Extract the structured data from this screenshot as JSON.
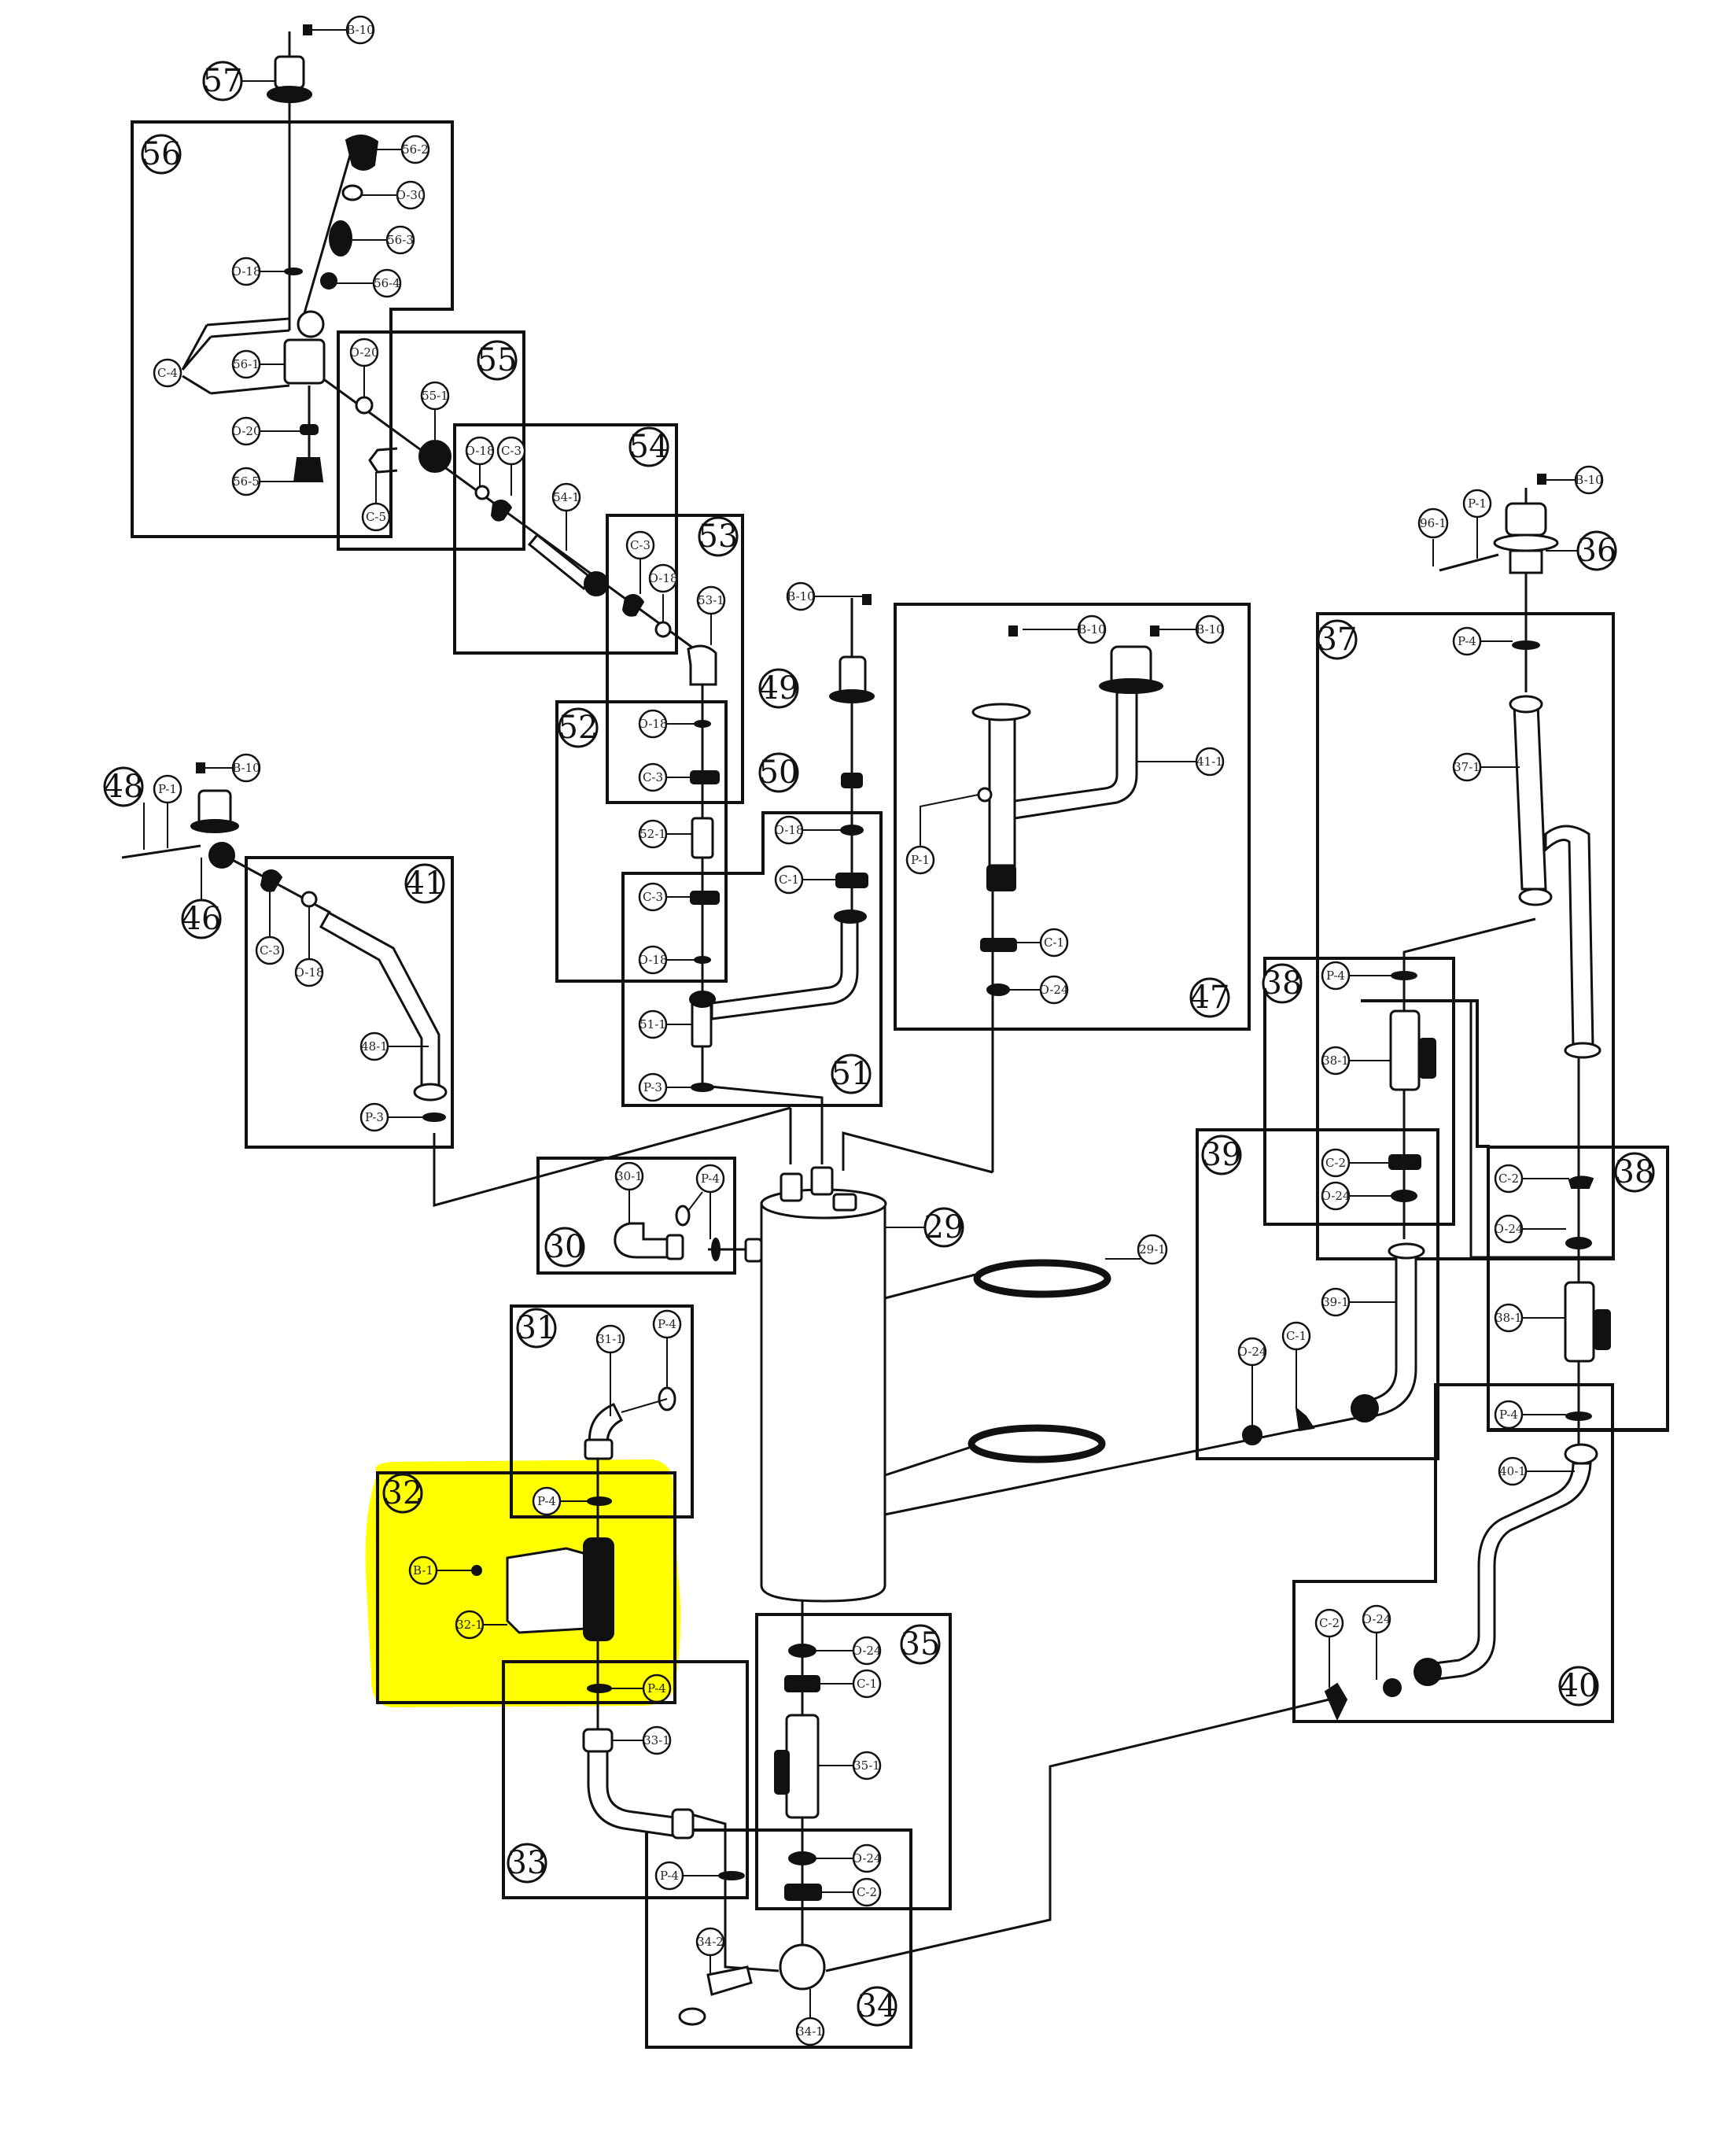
{
  "diagram": {
    "title": "Exploded parts diagram – hydraulic / water-heater assembly",
    "highlight_color": "#ffff00",
    "highlighted_group": "32",
    "groups": [
      {
        "id": "29",
        "label": "29",
        "parts": [
          "29-1"
        ]
      },
      {
        "id": "30",
        "label": "30",
        "parts": [
          "30-1",
          "P-4"
        ]
      },
      {
        "id": "31",
        "label": "31",
        "parts": [
          "31-1",
          "P-4",
          "P-4"
        ]
      },
      {
        "id": "32",
        "label": "32",
        "parts": [
          "B-1",
          "32-1",
          "P-4"
        ],
        "highlighted": true
      },
      {
        "id": "33",
        "label": "33",
        "parts": [
          "33-1"
        ]
      },
      {
        "id": "34",
        "label": "34",
        "parts": [
          "P-4",
          "34-2",
          "34-1"
        ]
      },
      {
        "id": "35",
        "label": "35",
        "parts": [
          "O-24",
          "C-1",
          "35-1",
          "O-24",
          "C-2"
        ]
      },
      {
        "id": "36",
        "label": "36",
        "parts": [
          "96-1",
          "P-1",
          "B-10"
        ]
      },
      {
        "id": "37",
        "label": "37",
        "parts": [
          "P-4",
          "37-1"
        ]
      },
      {
        "id": "38a",
        "label": "38",
        "parts": [
          "P-4",
          "38-1",
          "C-2",
          "O-24"
        ]
      },
      {
        "id": "38b",
        "label": "38",
        "parts": [
          "C-2",
          "O-24",
          "38-1",
          "P-4"
        ]
      },
      {
        "id": "39",
        "label": "39",
        "parts": [
          "39-1",
          "O-24",
          "C-1"
        ]
      },
      {
        "id": "40",
        "label": "40",
        "parts": [
          "40-1",
          "C-2",
          "O-24"
        ]
      },
      {
        "id": "41",
        "label": "41",
        "parts": [
          "B-10",
          "B-10",
          "41-1",
          "P-1",
          "C-1",
          "O-24"
        ]
      },
      {
        "id": "46",
        "label": "46",
        "parts": []
      },
      {
        "id": "47",
        "label": "47",
        "parts": [
          "P-1",
          "B-10"
        ]
      },
      {
        "id": "48",
        "label": "48",
        "parts": [
          "C-3",
          "O-18",
          "48-1",
          "P-3"
        ]
      },
      {
        "id": "49",
        "label": "49",
        "parts": [
          "B-10"
        ]
      },
      {
        "id": "50",
        "label": "50",
        "parts": []
      },
      {
        "id": "51",
        "label": "51",
        "parts": [
          "O-18",
          "C-1",
          "51-1",
          "P-3"
        ]
      },
      {
        "id": "52",
        "label": "52",
        "parts": [
          "52-1",
          "C-3",
          "O-18"
        ]
      },
      {
        "id": "53",
        "label": "53",
        "parts": [
          "C-3",
          "O-18",
          "53-1",
          "O-18",
          "C-3"
        ]
      },
      {
        "id": "54",
        "label": "54",
        "parts": [
          "O-18",
          "C-3",
          "54-1"
        ]
      },
      {
        "id": "55",
        "label": "55",
        "parts": [
          "O-20",
          "55-1",
          "C-5"
        ]
      },
      {
        "id": "56",
        "label": "56",
        "parts": [
          "56-2",
          "O-30",
          "56-3",
          "56-4",
          "O-18",
          "56-1",
          "C-4",
          "O-20",
          "56-5"
        ]
      },
      {
        "id": "57",
        "label": "57",
        "parts": [
          "B-10"
        ]
      }
    ],
    "callouts": {
      "c57_b10": "B-10",
      "c56_2": "56-2",
      "c56_o30": "O-30",
      "c56_3": "56-3",
      "c56_4": "56-4",
      "c56_o18": "O-18",
      "c56_c4": "C-4",
      "c56_1": "56-1",
      "c56_o20": "O-20",
      "c56_5": "56-5",
      "c55_o20": "O-20",
      "c55_1": "55-1",
      "c55_c5": "C-5",
      "c54_o18": "O-18",
      "c54_c3": "C-3",
      "c54_1": "54-1",
      "c53_c3": "C-3",
      "c53_o18": "O-18",
      "c53_1": "53-1",
      "c53_o18b": "O-18",
      "c53_c3b": "C-3",
      "c52_1": "52-1",
      "c52_c3": "C-3",
      "c52_o18": "O-18",
      "c49_b10": "B-10",
      "c51_o18": "O-18",
      "c51_c1": "C-1",
      "c51_1": "51-1",
      "c51_p3": "P-3",
      "c41_b10a": "B-10",
      "c41_b10b": "B-10",
      "c41_1": "41-1",
      "c41_p1": "P-1",
      "c41_c1": "C-1",
      "c41_o24": "O-24",
      "c36_961": "96-1",
      "c36_p1": "P-1",
      "c36_b10": "B-10",
      "c37_p4": "P-4",
      "c37_1": "37-1",
      "c38a_p4": "P-4",
      "c38a_1": "38-1",
      "c38a_c2": "C-2",
      "c38a_o24": "O-24",
      "c38b_c2": "C-2",
      "c38b_o24": "O-24",
      "c38b_1": "38-1",
      "c38b_p4": "P-4",
      "c39_1": "39-1",
      "c39_o24": "O-24",
      "c39_c1": "C-1",
      "c40_1": "40-1",
      "c40_c2": "C-2",
      "c40_o24": "O-24",
      "c47_p1": "P-1",
      "c47_b10": "B-10",
      "c48_c3": "C-3",
      "c48_o18": "O-18",
      "c48_1": "48-1",
      "c48_p3": "P-3",
      "c30_1": "30-1",
      "c30_p4": "P-4",
      "c29_1": "29-1",
      "c31_1": "31-1",
      "c31_p4": "P-4",
      "c31_p4b": "P-4",
      "c32_b1": "B-1",
      "c32_1": "32-1",
      "c32_p4": "P-4",
      "c33_1": "33-1",
      "c35_o24": "O-24",
      "c35_c1": "C-1",
      "c35_1": "35-1",
      "c35_o24b": "O-24",
      "c35_c2": "C-2",
      "c34_p4": "P-4",
      "c34_2": "34-2",
      "c34_1": "34-1"
    }
  }
}
